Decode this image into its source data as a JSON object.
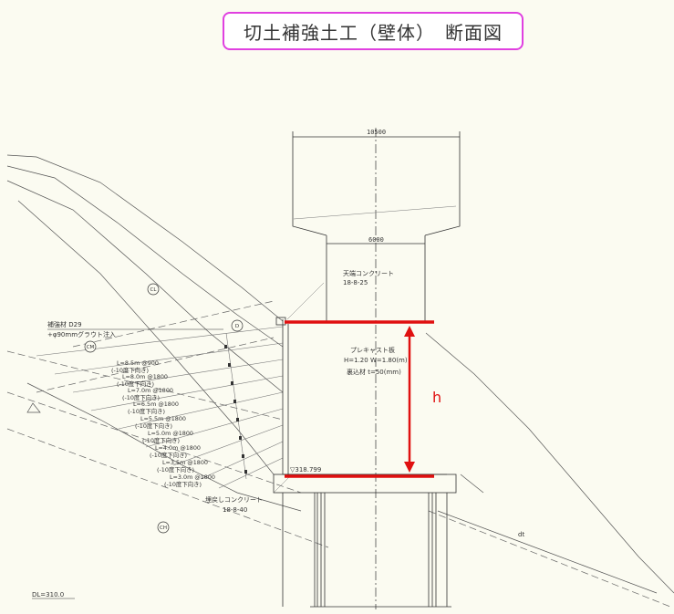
{
  "title": "切土補強土工（壁体）　断面図",
  "dimensions": {
    "top_width": "10500",
    "column_width": "6000"
  },
  "labels": {
    "top_concrete": "天端コンクリート",
    "top_concrete_spec": "18-8-25",
    "reinforcement": "補強材 D29",
    "grout": "+φ90mmグラウト注入",
    "precast_panel": "プレキャスト板",
    "panel_size": "H=1.20 W=1.80(m)",
    "backfill": "裏込材 t=50(mm)",
    "h": "h",
    "elevation": "▽318.799",
    "fill_concrete": "埋戻しコンクリート",
    "fill_concrete_spec": "18-8-40",
    "datum": "DL=310.0"
  },
  "soil_circles": [
    "CL",
    "D",
    "CM",
    "CH"
  ],
  "soil_label": "dt",
  "anchors": [
    {
      "length": "L=8.5m @900",
      "note": "(-10度下向き)"
    },
    {
      "length": "L=8.0m @1800",
      "note": "(-10度下向き)"
    },
    {
      "length": "L=7.0m @1800",
      "note": "(-10度下向き)"
    },
    {
      "length": "L=6.5m @1800",
      "note": "(-10度下向き)"
    },
    {
      "length": "L=5.5m @1800",
      "note": "(-10度下向き)"
    },
    {
      "length": "L=5.0m @1800",
      "note": "(-10度下向き)"
    },
    {
      "length": "L=4.0m @1800",
      "note": "(-10度下向き)"
    },
    {
      "length": "L=3.5m @1800",
      "note": "(-10度下向き)"
    },
    {
      "length": "L=3.0m @1800",
      "note": "(-10度下向き)"
    }
  ]
}
